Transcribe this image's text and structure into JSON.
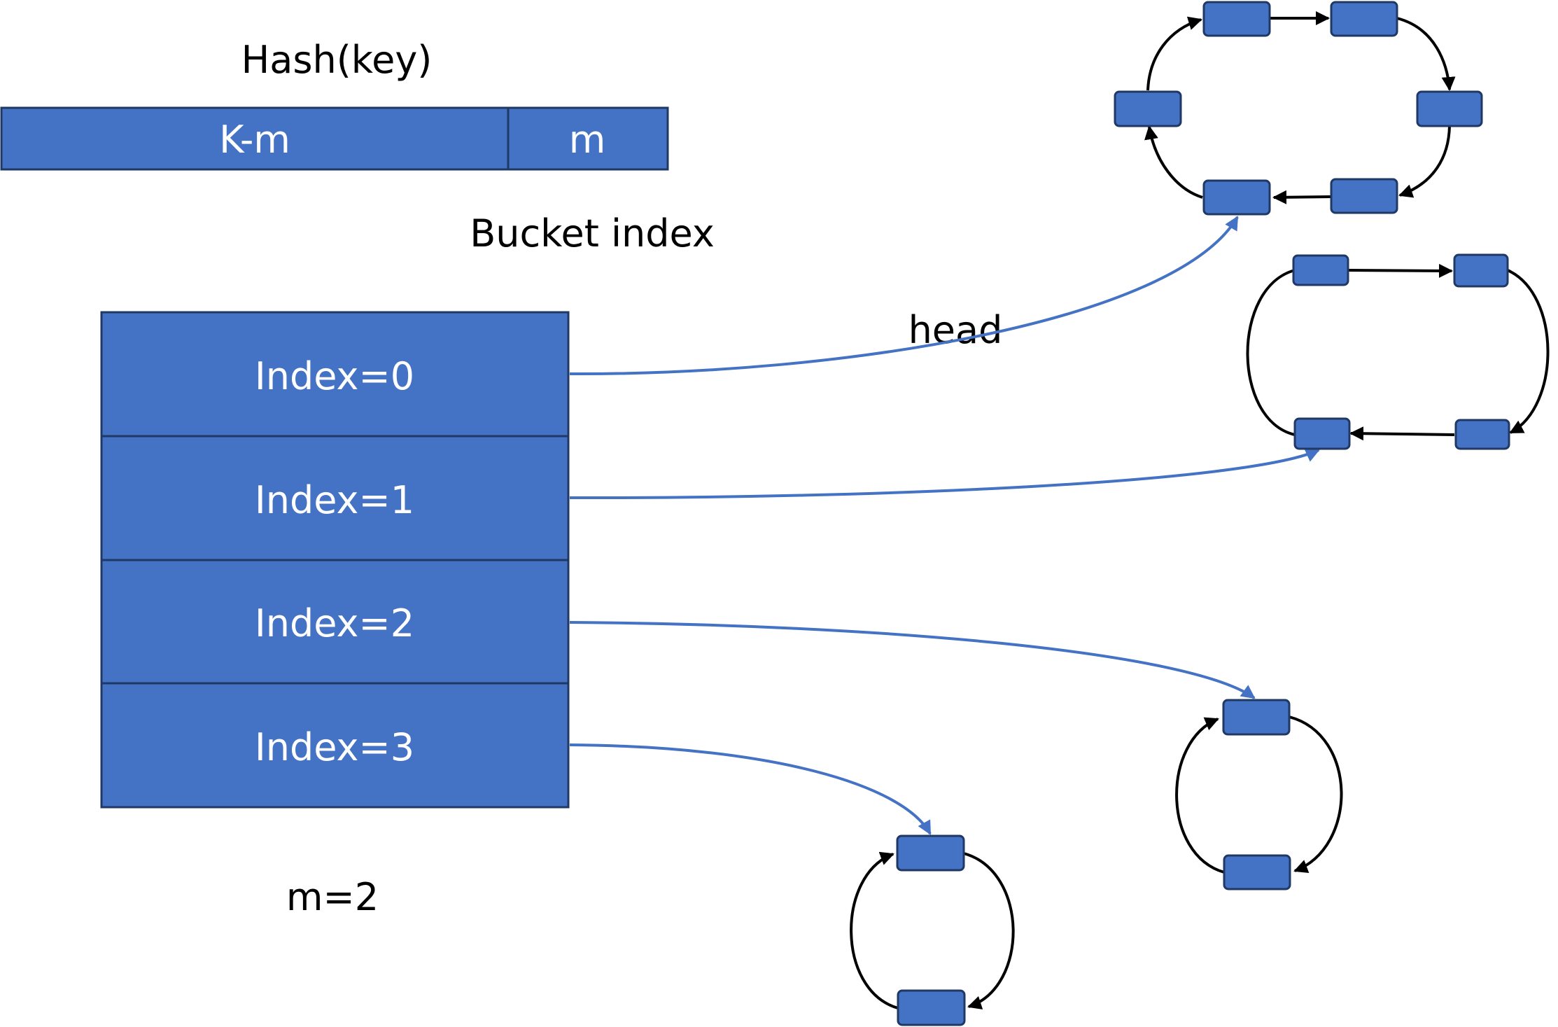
{
  "hash_label": "Hash(key)",
  "hash_bar": {
    "left": "K-m",
    "right": "m"
  },
  "bucket_label": "Bucket index",
  "head_label": "head",
  "m_label": "m=2",
  "buckets": [
    {
      "label": "Index=0",
      "ring_size": 6
    },
    {
      "label": "Index=1",
      "ring_size": 4
    },
    {
      "label": "Index=2",
      "ring_size": 2
    },
    {
      "label": "Index=3",
      "ring_size": 2
    }
  ],
  "colors": {
    "fill": "#4472C4",
    "border": "#1F3864",
    "pointer": "#4472C4",
    "ring": "#000000"
  }
}
